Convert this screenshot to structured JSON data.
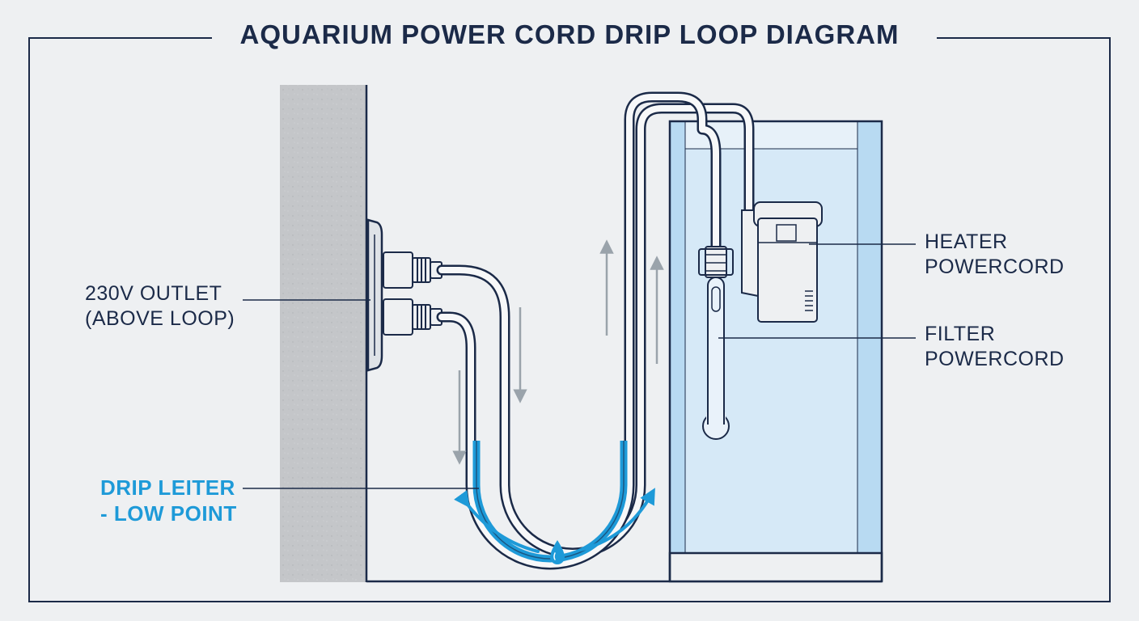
{
  "title": "AQUARIUM POWER CORD DRIP LOOP DIAGRAM",
  "labels": {
    "outlet_line1": "230V OUTLET",
    "outlet_line2": "(ABOVE LOOP)",
    "drip_line1": "DRIP LEITER",
    "drip_line2": "- LOW POINT",
    "heater_line1": "HEATER",
    "heater_line2": "POWERCORD",
    "filter_line1": "FILTER",
    "filter_line2": "POWERCORD"
  },
  "colors": {
    "navy": "#1b2a48",
    "accent_blue": "#1e9ad8",
    "water": "#d6e9f7",
    "wall": "#c4c6c9",
    "background": "#eef0f2"
  },
  "icons": [
    "outlet-icon",
    "plug-icon",
    "water-drop-icon",
    "arrow-down-icon",
    "arrow-up-icon",
    "heater-icon",
    "filter-icon"
  ]
}
